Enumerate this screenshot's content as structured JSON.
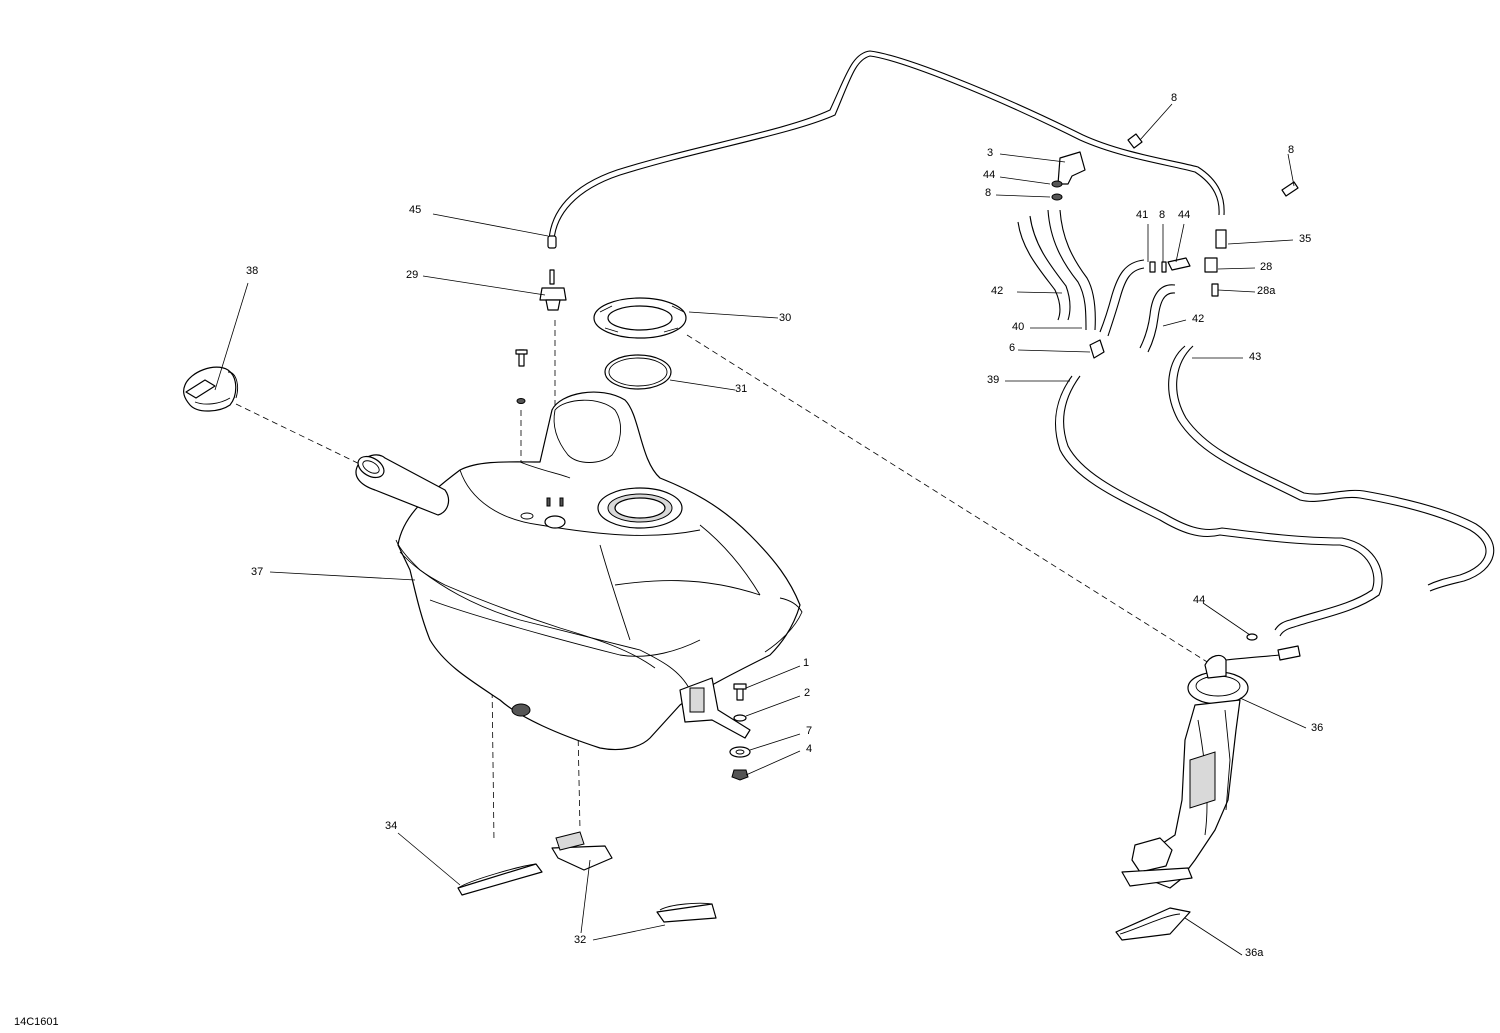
{
  "drawing_id": "14C1601",
  "callouts": {
    "c1": "1",
    "c2": "2",
    "c3": "3",
    "c4": "4",
    "c6": "6",
    "c7": "7",
    "c8a": "8",
    "c8b": "8",
    "c8c": "8",
    "c8d": "8",
    "c28": "28",
    "c28a": "28a",
    "c29": "29",
    "c30": "30",
    "c31": "31",
    "c32": "32",
    "c34": "34",
    "c35": "35",
    "c36": "36",
    "c36a": "36a",
    "c37": "37",
    "c38": "38",
    "c39": "39",
    "c40": "40",
    "c41": "41",
    "c42a": "42",
    "c42b": "42",
    "c43": "43",
    "c44a": "44",
    "c44b": "44",
    "c44c": "44",
    "c45": "45"
  }
}
